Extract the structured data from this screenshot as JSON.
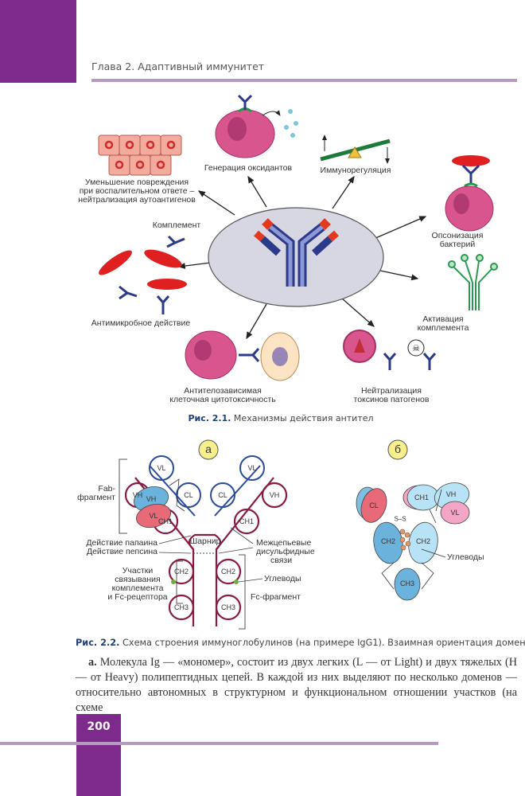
{
  "header": {
    "chapter_title": "Глава 2. Адаптивный иммунитет"
  },
  "colors": {
    "accent": "#7e2a8c",
    "rule": "#b79ac0",
    "caption_label": "#1f3f7a"
  },
  "figure1": {
    "labels": {
      "oxidants": "Генерация оксидантов",
      "immunoregulation": "Иммунорегуляция",
      "damage": [
        "Уменьшение повреждения",
        "при воспалительном ответе –",
        "нейтрализация аутоантигенов"
      ],
      "complement": "Комплемент",
      "opsonization": [
        "Опсонизация",
        "бактерий"
      ],
      "antimicrobial": "Антимикробное действие",
      "complement_activation": [
        "Активация",
        "комплемента"
      ],
      "adcc": [
        "Антителозависимая",
        "клеточная цитотоксичность"
      ],
      "neutralization": [
        "Нейтрализация",
        "токсинов патогенов"
      ]
    },
    "caption_label": "Рис. 2.1.",
    "caption_text": " Механизмы действия антител"
  },
  "figure2": {
    "panel_a": "а",
    "panel_b": "б",
    "a_labels": {
      "fab": [
        "Fab-",
        "фрагмент"
      ],
      "papain": "Действие папаина",
      "pepsin": "Действие пепсина",
      "hinge": "Шарнир",
      "disulfide": [
        "Межцепьевые",
        "дисульфидные",
        "связи"
      ],
      "binding": [
        "Участки",
        "связывания",
        "комплемента",
        "и Fc-рецептора"
      ],
      "carbs": "Углеводы",
      "fc": "Fc-фрагмент"
    },
    "a_domains": [
      "VL",
      "VH",
      "CL",
      "CH1",
      "CL",
      "VL",
      "VH",
      "CH1",
      "CH2",
      "CH2",
      "CH3",
      "CH3"
    ],
    "b_domains": [
      "VH",
      "VL",
      "CL",
      "CH1",
      "VH",
      "VL",
      "CH2",
      "CH2",
      "CH3"
    ],
    "b_ss": "S–S",
    "b_carbs": "Углеводы",
    "caption_label": "Рис. 2.2.",
    "caption_text": " Схема строения иммуноглобулинов (на примере IgG1). Взаимная ориентация доменов"
  },
  "body": {
    "lead": "а.",
    "text": " Молекула Ig — «мономер», состоит из двух легких (L — от Light) и двух тяжелых (H — от Heavy) полипептидных цепей. В каждой из них выделяют по несколько доменов — относительно автономных в структурном и функциональном отношении участков (на схеме"
  },
  "footer": {
    "page_number": "200"
  }
}
